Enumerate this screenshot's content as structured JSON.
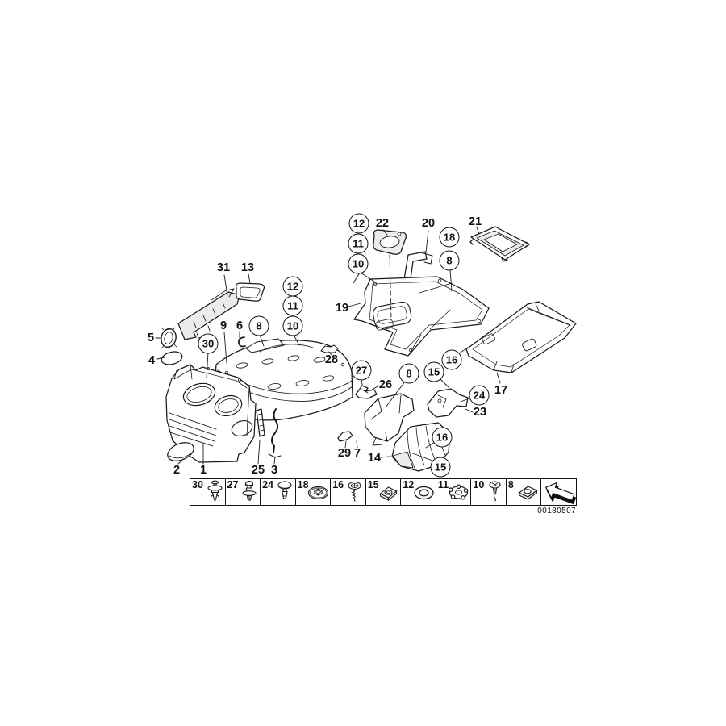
{
  "diagram": {
    "doc_number": "00180507",
    "balloons": [
      {
        "label": "12"
      },
      {
        "label": "11"
      },
      {
        "label": "10"
      },
      {
        "label": "18"
      },
      {
        "label": "8"
      },
      {
        "label": "12"
      },
      {
        "label": "11"
      },
      {
        "label": "10"
      },
      {
        "label": "8"
      },
      {
        "label": "30"
      },
      {
        "label": "27"
      },
      {
        "label": "8"
      },
      {
        "label": "15"
      },
      {
        "label": "16"
      },
      {
        "label": "24"
      },
      {
        "label": "16"
      },
      {
        "label": "15"
      }
    ],
    "labels": [
      {
        "label": "22"
      },
      {
        "label": "20"
      },
      {
        "label": "21"
      },
      {
        "label": "31"
      },
      {
        "label": "13"
      },
      {
        "label": "19"
      },
      {
        "label": "5"
      },
      {
        "label": "9"
      },
      {
        "label": "6"
      },
      {
        "label": "4"
      },
      {
        "label": "28"
      },
      {
        "label": "26"
      },
      {
        "label": "17"
      },
      {
        "label": "23"
      },
      {
        "label": "29"
      },
      {
        "label": "7"
      },
      {
        "label": "14"
      },
      {
        "label": "2"
      },
      {
        "label": "1"
      },
      {
        "label": "25"
      },
      {
        "label": "3"
      }
    ],
    "legend": {
      "items": [
        {
          "label": "30",
          "icon": "expansion-rivet-icon"
        },
        {
          "label": "27",
          "icon": "expansion-rivet-icon"
        },
        {
          "label": "24",
          "icon": "blind-rivet-icon"
        },
        {
          "label": "18",
          "icon": "washer-nut-icon"
        },
        {
          "label": "16",
          "icon": "screw-spring-washer-icon"
        },
        {
          "label": "15",
          "icon": "speed-nut-icon"
        },
        {
          "label": "12",
          "icon": "washer-icon"
        },
        {
          "label": "11",
          "icon": "lock-plate-icon"
        },
        {
          "label": "10",
          "icon": "phillips-screw-icon"
        },
        {
          "label": "8",
          "icon": "clip-nut-icon"
        }
      ],
      "next_arrow_icon": "next-diagram-arrow-icon"
    },
    "colors": {
      "line": "#1a1a1a",
      "background": "#ffffff",
      "shade": "#ececec"
    }
  }
}
